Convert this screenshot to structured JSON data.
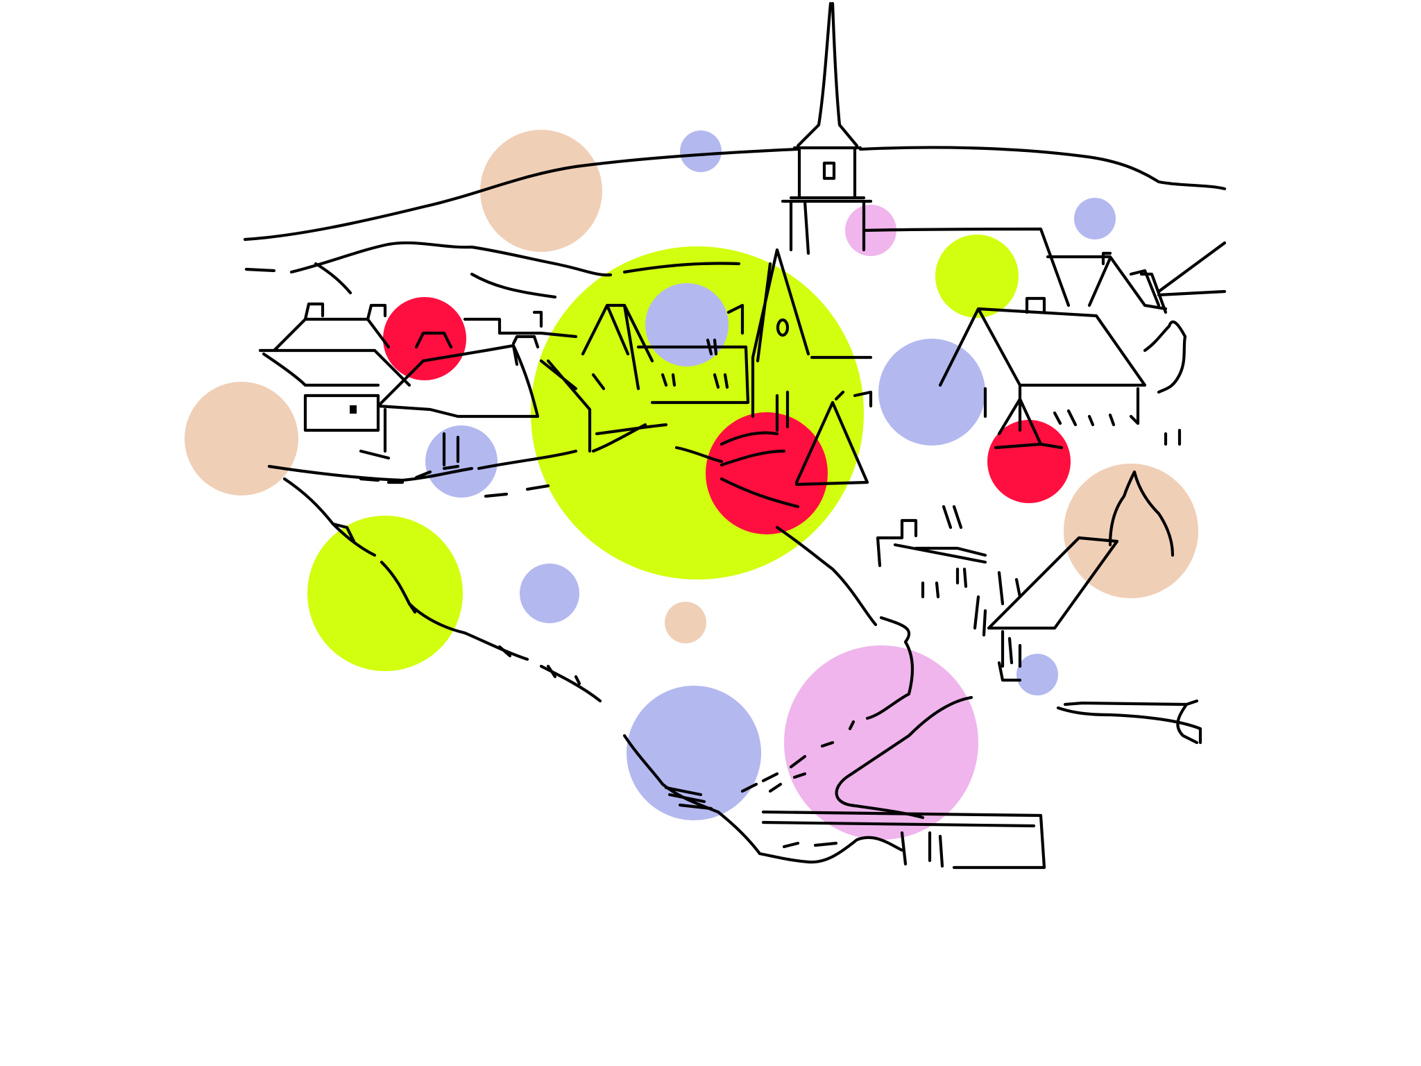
{
  "artwork": {
    "subject": "village-with-church-spire",
    "palette": {
      "background": "#ffffff",
      "ink": "#000000",
      "lime": "#d1ff0f",
      "red": "#ff0f3f",
      "periwinkle": "#b3b8ef",
      "peach": "#f0cfb7",
      "pink": "#efb5ec"
    },
    "spot_kinds": [
      "lime",
      "red",
      "periwinkle",
      "peach",
      "pink"
    ]
  }
}
